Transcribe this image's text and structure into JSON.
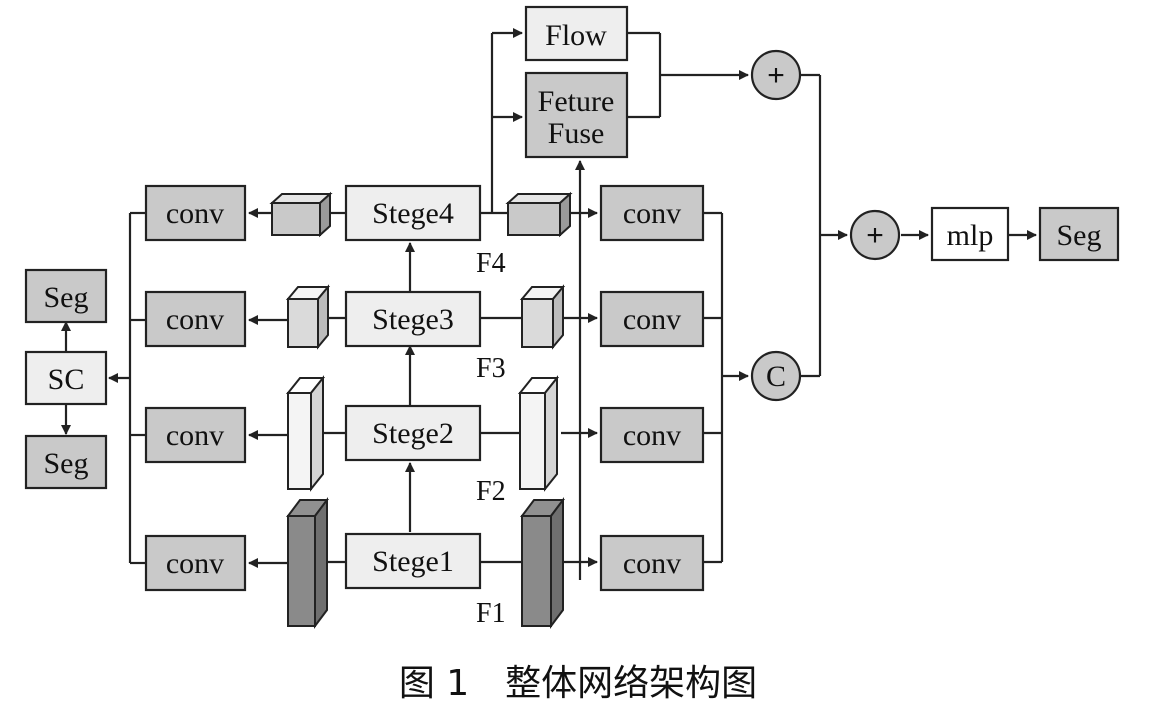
{
  "stages": [
    "Stege4",
    "Stege3",
    "Stege2",
    "Stege1"
  ],
  "features": [
    "F4",
    "F3",
    "F2",
    "F1"
  ],
  "conv_label": "conv",
  "flow_label": "Flow",
  "feature_fuse_line1": "Feture",
  "feature_fuse_line2": "Fuse",
  "sc_label": "SC",
  "seg_label": "Seg",
  "mlp_label": "mlp",
  "plus_symbol": "+",
  "concat_symbol": "C",
  "caption": "图 1　整体网络架构图"
}
